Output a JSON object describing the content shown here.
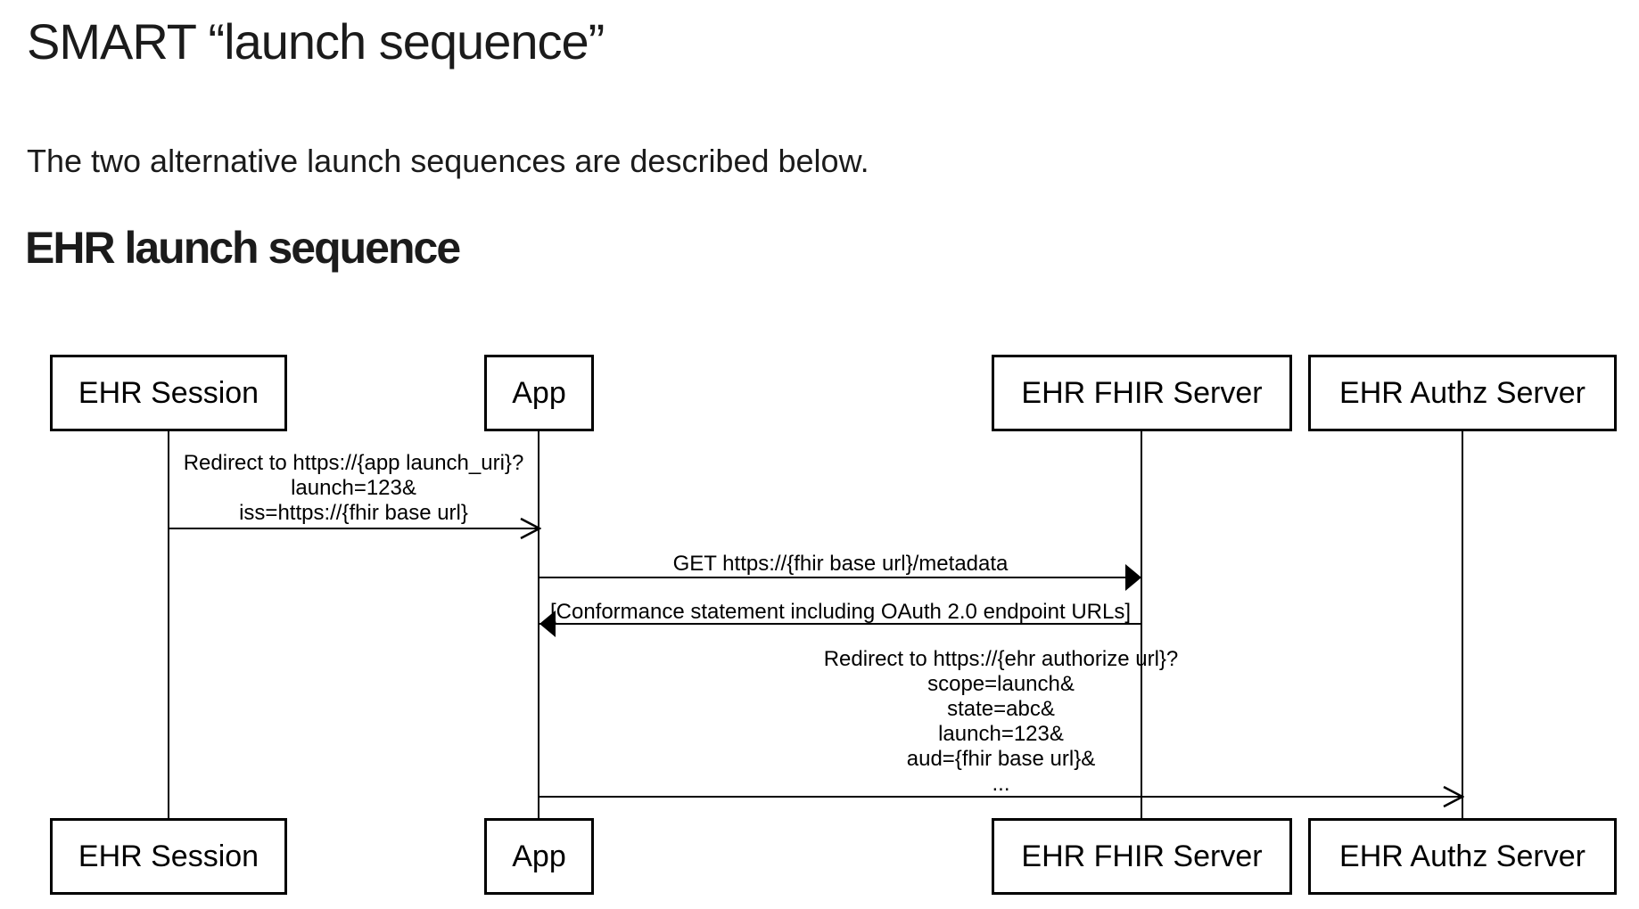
{
  "page": {
    "title": "SMART “launch sequence”",
    "intro": "The two alternative launch sequences are described below.",
    "section_heading": "EHR launch sequence"
  },
  "diagram": {
    "type": "uml-sequence",
    "actors": [
      {
        "id": "ehr-session",
        "label": "EHR Session"
      },
      {
        "id": "app",
        "label": "App"
      },
      {
        "id": "ehr-fhir-server",
        "label": "EHR FHIR Server"
      },
      {
        "id": "ehr-authz-server",
        "label": "EHR Authz Server"
      }
    ],
    "messages": [
      {
        "from": "EHR Session",
        "to": "App",
        "arrowhead": "open",
        "lines": [
          "Redirect to https://{app launch_uri}?",
          "launch=123&",
          "iss=https://{fhir base url}"
        ]
      },
      {
        "from": "App",
        "to": "EHR FHIR Server",
        "arrowhead": "filled",
        "lines": [
          "GET https://{fhir base url}/metadata"
        ]
      },
      {
        "from": "EHR FHIR Server",
        "to": "App",
        "arrowhead": "filled",
        "lines": [
          "[Conformance statement including OAuth 2.0 endpoint URLs]"
        ]
      },
      {
        "from": "App",
        "to": "EHR Authz Server",
        "arrowhead": "open",
        "lines": [
          "Redirect to https://{ehr authorize url}?",
          "scope=launch&",
          "state=abc&",
          "launch=123&",
          "aud={fhir base url}&",
          "..."
        ]
      }
    ],
    "colors": {
      "stroke": "#000000",
      "text": "#000000",
      "background": "#ffffff",
      "heading": "#1b1b1b"
    }
  }
}
